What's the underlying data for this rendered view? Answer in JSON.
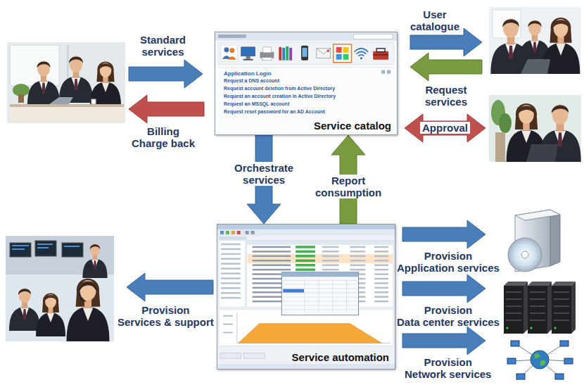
{
  "diagram": {
    "nodes": [
      {
        "text": [
          "Service catalog",
          "Application Login",
          "Request a DNS account",
          "Request account deletion from Active Directory",
          "Request an account creation in Active Directory",
          "Request an MSSQL account",
          "Request reset password for an AD Account"
        ]
      },
      {
        "text": [
          "Service automation"
        ]
      }
    ],
    "edges": [
      {
        "from": 0,
        "to": 1,
        "label": "Orchestrate services",
        "arrow": "to"
      },
      {
        "from": 1,
        "to": 0,
        "label": "Report consumption",
        "arrow": "to"
      }
    ],
    "labels": [
      "User catalogue",
      "Standard services",
      "Request services",
      "Billing Charge back",
      "Approval",
      "Provision Services & support",
      "Provision Application services",
      "Provision Data center services",
      "Provision Network services"
    ]
  }
}
